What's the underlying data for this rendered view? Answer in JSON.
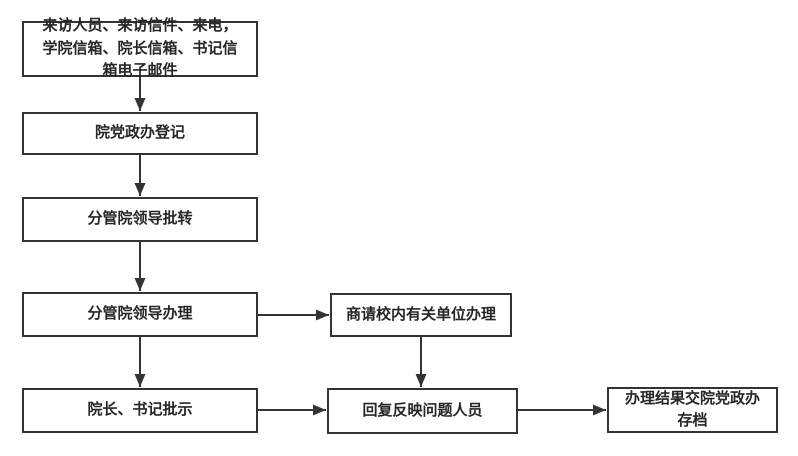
{
  "flowchart": {
    "type": "flowchart",
    "direction": "top-down",
    "colors": {
      "node_border": "#333333",
      "node_fill": "#ffffff",
      "text": "#262626",
      "arrow": "#333333",
      "background": "#ffffff"
    },
    "nodes": [
      {
        "id": "intake-sources",
        "label": "来访人员、来访信件、来电，学院信箱、院长信箱、书记信箱电子邮件"
      },
      {
        "id": "office-registration",
        "label": "院党政办登记"
      },
      {
        "id": "vice-dean-forwarding",
        "label": "分管院领导批转"
      },
      {
        "id": "vice-dean-handling",
        "label": "分管院领导办理"
      },
      {
        "id": "dean-secretary-instructions",
        "label": "院长、书记批示"
      },
      {
        "id": "consult-campus-units",
        "label": "商请校内有关单位办理"
      },
      {
        "id": "reply-to-reporters",
        "label": "回复反映问题人员"
      },
      {
        "id": "archive-results",
        "label": "办理结果交院党政办存档"
      }
    ],
    "edges": [
      {
        "from": "intake-sources",
        "to": "office-registration"
      },
      {
        "from": "office-registration",
        "to": "vice-dean-forwarding"
      },
      {
        "from": "vice-dean-forwarding",
        "to": "vice-dean-handling"
      },
      {
        "from": "vice-dean-handling",
        "to": "dean-secretary-instructions"
      },
      {
        "from": "vice-dean-handling",
        "to": "consult-campus-units"
      },
      {
        "from": "consult-campus-units",
        "to": "reply-to-reporters"
      },
      {
        "from": "dean-secretary-instructions",
        "to": "reply-to-reporters"
      },
      {
        "from": "reply-to-reporters",
        "to": "archive-results"
      }
    ]
  }
}
